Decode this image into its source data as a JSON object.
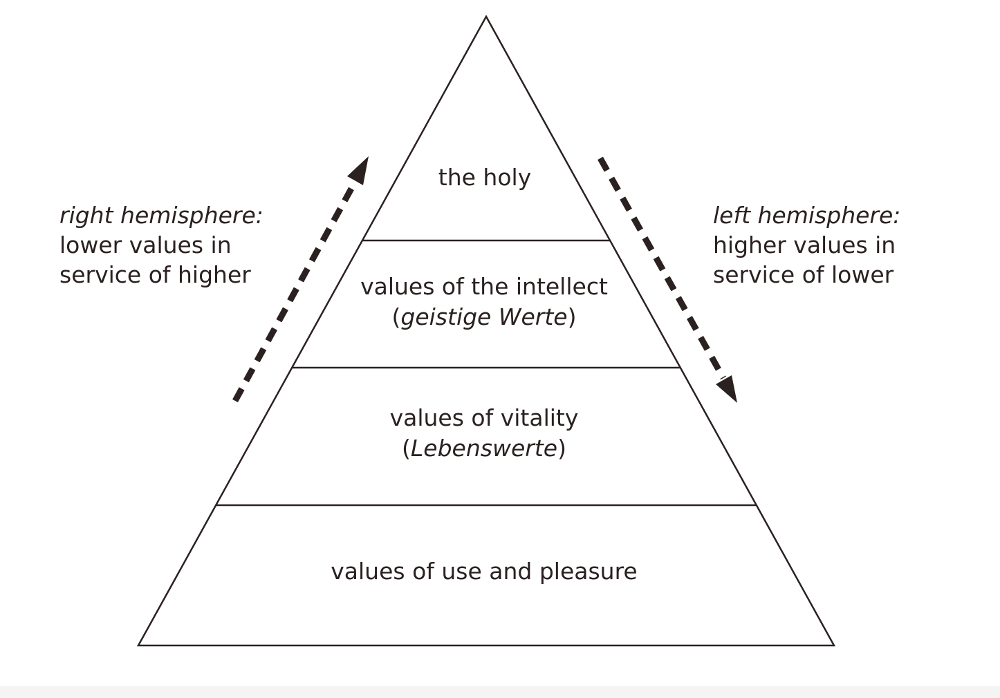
{
  "pyramid": {
    "levels": [
      {
        "text": "the holy",
        "sub": ""
      },
      {
        "text": "values of the intellect",
        "sub": "geistige Werte"
      },
      {
        "text": "values of vitality",
        "sub": "Lebenswerte"
      },
      {
        "text": "values of use and pleasure",
        "sub": ""
      }
    ]
  },
  "left_note": {
    "heading": "right hemisphere:",
    "line1": "lower values in",
    "line2": "service of higher",
    "arrow": "dashed-arrow-up-icon"
  },
  "right_note": {
    "heading": "left hemisphere:",
    "line1": "higher values in",
    "line2": "service of lower",
    "arrow": "dashed-arrow-down-icon"
  },
  "colors": {
    "line": "#2a2120",
    "text": "#2a2120",
    "background": "#ffffff"
  }
}
